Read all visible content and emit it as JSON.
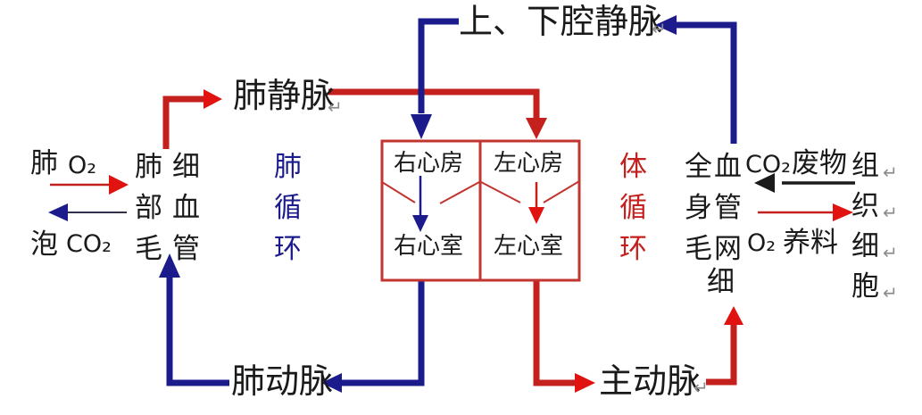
{
  "colors": {
    "red": "#c4201d",
    "bright_red": "#e01310",
    "navy": "#1b1b8c",
    "black": "#1a1a1a",
    "gray": "#8c8c8c",
    "box_red": "#c23530"
  },
  "return_mark": "↵",
  "vessels": {
    "vena_cava": "上、下腔静脉",
    "pulmonary_vein": "肺静脉",
    "pulmonary_artery": "肺动脉",
    "aorta": "主动脉"
  },
  "heart": {
    "right_atrium": "右心房",
    "left_atrium": "左心房",
    "right_ventricle": "右心室",
    "left_ventricle": "左心室"
  },
  "circulation_labels": {
    "pulmonary": "肺\n循\n环",
    "systemic": "体\n循\n环"
  },
  "lung_exchange": {
    "alveoli_top": "肺",
    "alveoli_bottom": "泡",
    "o2": "O₂",
    "co2": "CO₂",
    "capillary_col1": "肺\n部\n毛",
    "capillary_col2": "细\n血\n管"
  },
  "tissue_exchange": {
    "capillary_col1": "全\n身\n毛",
    "capillary_col2": "血\n管\n网",
    "capillary_last": "细",
    "co2": "CO₂",
    "waste": "废物",
    "o2": "O₂",
    "nutrient": "养料",
    "tissue_cells": "组\n织\n细\n胞",
    "return_marks": "↵\n↵\n↵\n↵"
  }
}
